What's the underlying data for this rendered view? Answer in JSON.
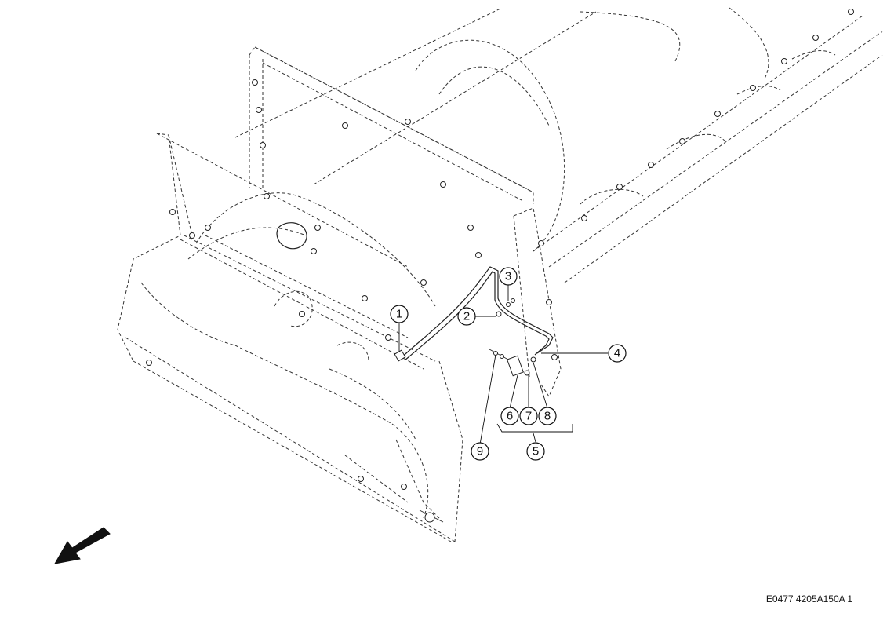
{
  "figure_id": "E0477 4205A150A 1",
  "callouts": [
    "1",
    "2",
    "3",
    "4",
    "5",
    "6",
    "7",
    "8",
    "9"
  ],
  "icons": {
    "direction_arrow": "direction-arrow-icon"
  },
  "colors": {
    "line": "#222222",
    "background": "#ffffff"
  }
}
